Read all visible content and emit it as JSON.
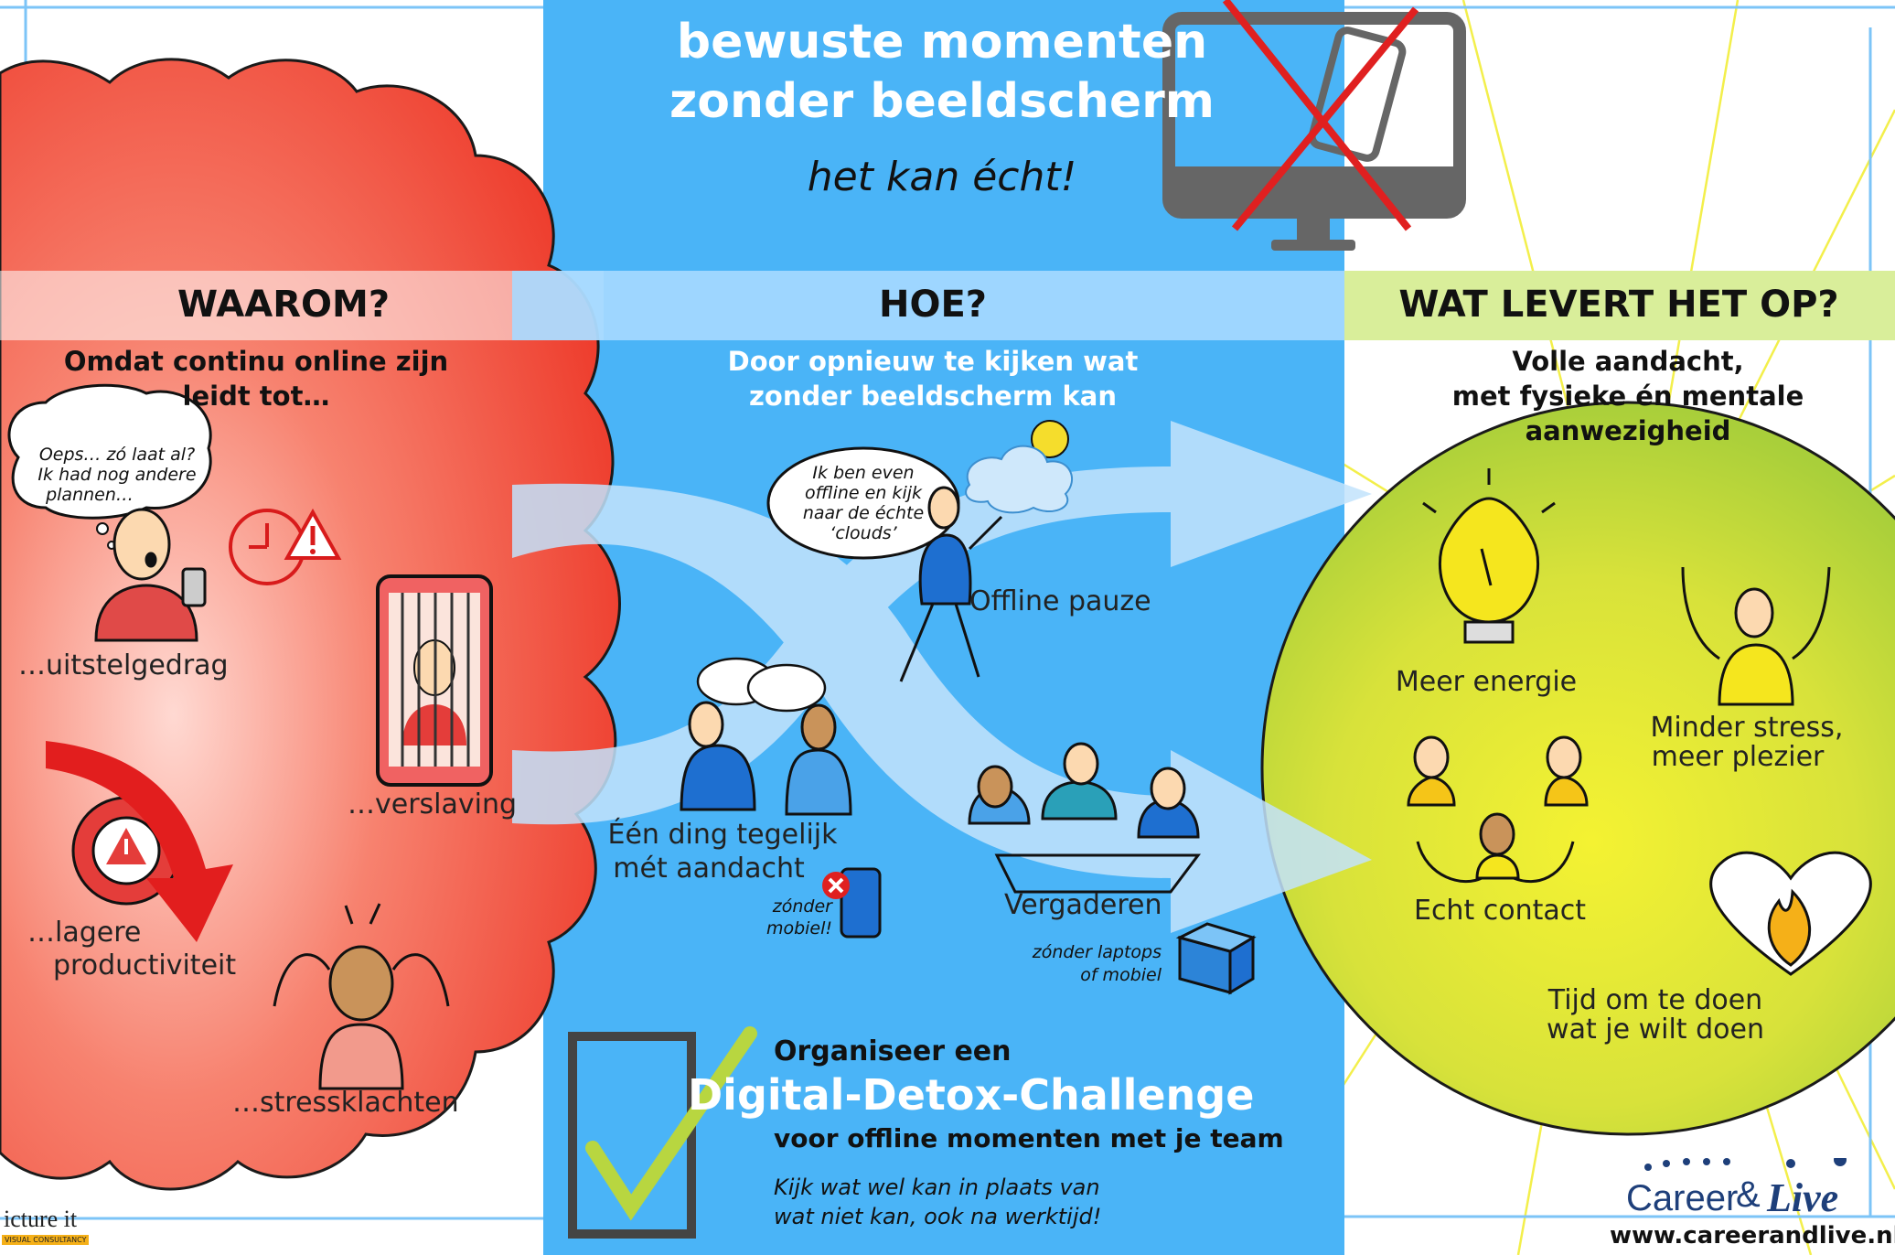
{
  "header": {
    "title_line1": "bewuste momenten",
    "title_line2": "zonder beeldscherm",
    "tagline": "het kan écht!"
  },
  "colors": {
    "red": "#f04a3a",
    "blue": "#4ab4f7",
    "green": "#b8d640",
    "yellow": "#f2e93a",
    "dark_blue": "#1e6fd0"
  },
  "icons": [
    "monitor-crossed-icon",
    "speech-bubble-icon",
    "clock-icon",
    "warning-icon",
    "jail-phone-icon",
    "gear-warning-icon",
    "down-arrow-icon",
    "stressed-person-icon",
    "cloud-sun-icon",
    "walking-person-icon",
    "chat-bubbles-icon",
    "meeting-table-icon",
    "phone-crossed-icon",
    "box-icon",
    "checkbox-check-icon",
    "lightbulb-icon",
    "cheering-person-icon",
    "holding-hands-icon",
    "heart-flame-icon",
    "career-live-logo",
    "picture-it-logo"
  ],
  "left": {
    "heading": "WAAROM?",
    "intro_line1": "Omdat continu online zijn",
    "intro_line2": "leidt tot…",
    "bubble_line1": "Oeps… zó laat al?",
    "bubble_line2": "Ik had nog andere",
    "bubble_line3": "plannen…",
    "item1": "…uitstelgedrag",
    "item2": "…verslaving",
    "item3_line1": "…lagere",
    "item3_line2": "productiviteit",
    "item4": "…stressklachten"
  },
  "middle": {
    "heading": "HOE?",
    "intro_line1": "Door opnieuw te kijken wat",
    "intro_line2": "zonder beeldscherm kan",
    "bubble_line1": "Ik ben even",
    "bubble_line2": "offline en kijk",
    "bubble_line3": "naar de échte",
    "bubble_line4": "‘clouds’",
    "item1": "Offline pauze",
    "item2_line1": "Één ding tegelijk",
    "item2_line2": "mét aandacht",
    "item2_note_line1": "zónder",
    "item2_note_line2": "mobiel!",
    "item3": "Vergaderen",
    "item3_note_line1": "zónder laptops",
    "item3_note_line2": "of mobiel",
    "cta_line1": "Organiseer een",
    "cta_title": "Digital-Detox-Challenge",
    "cta_line2": "voor offline momenten met je team",
    "cta_note_line1": "Kijk wat wel kan in plaats van",
    "cta_note_line2": "wat niet kan, ook na werktijd!"
  },
  "right": {
    "heading": "WAT LEVERT HET OP?",
    "intro_line1": "Volle aandacht,",
    "intro_line2": "met fysieke én mentale",
    "intro_line3": "aanwezigheid",
    "item1": "Meer energie",
    "item2_line1": "Minder stress,",
    "item2_line2": "meer plezier",
    "item3": "Echt contact",
    "item4_line1": "Tijd om te doen",
    "item4_line2": "wat je wilt doen"
  },
  "branding": {
    "logo_word1": "Career",
    "logo_amp": "&",
    "logo_word2": "Live",
    "website": "www.careerandlive.nl",
    "picture_it": "icture it",
    "picture_it_sub": "VISUAL CONSULTANCY"
  }
}
